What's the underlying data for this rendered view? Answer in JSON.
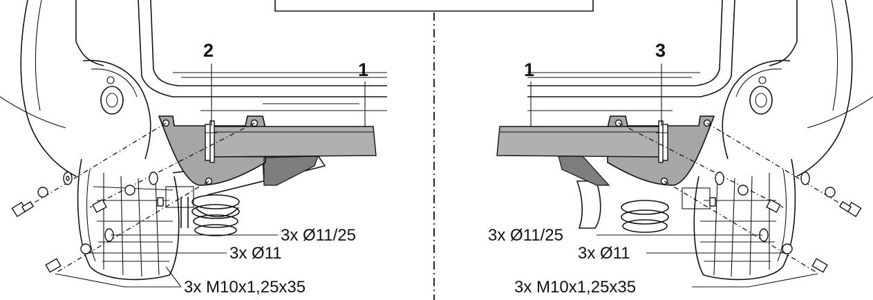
{
  "labels": {
    "part_1": "1",
    "part_2": "2",
    "part_3": "3"
  },
  "hardware": {
    "washer_large": "3x Ø11/25",
    "washer_small": "3x Ø11",
    "bolt": "3x M10x1,25x35"
  },
  "colors": {
    "metal": "#a6a6a6",
    "line": "#111111"
  }
}
